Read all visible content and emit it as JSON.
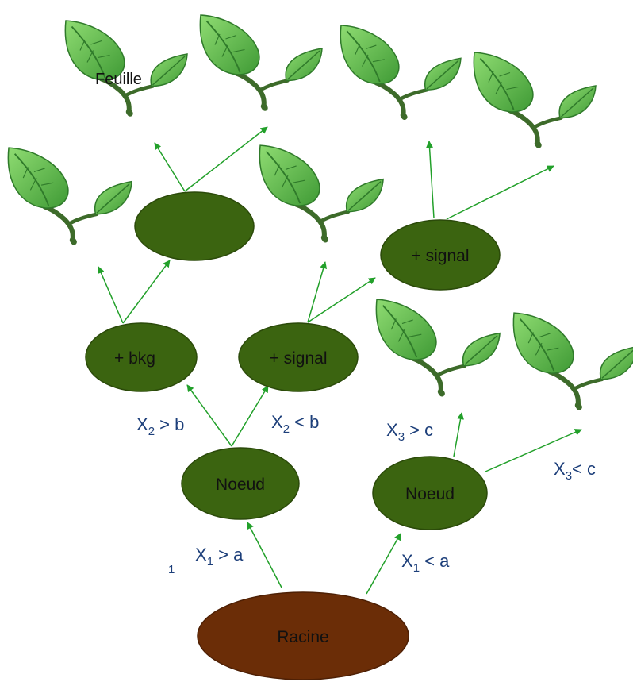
{
  "colors": {
    "node_fill": "#3b6410",
    "node_stroke": "#2b4a0a",
    "root_fill": "#6b2d07",
    "root_stroke": "#4e2005",
    "edge": "#22a02a",
    "leaf_light": "#7bcf60",
    "leaf_dark": "#3f9a35",
    "stem": "#3d6b2a",
    "condition_text": "#1d3f7a"
  },
  "icons": {
    "leaf": "leaf-sprout-icon"
  },
  "root": {
    "label": "Racine"
  },
  "nodes": {
    "left_node": {
      "label": "Noeud"
    },
    "right_node": {
      "label": "Noeud"
    },
    "bkg": {
      "label": "+ bkg"
    },
    "signal_mid": {
      "label": "+ signal"
    },
    "signal_top": {
      "label": "+ signal"
    },
    "blank": {
      "label": ""
    }
  },
  "leaf_label": "Feuille",
  "conditions": {
    "x1_gt": {
      "var": "X",
      "sub": "1",
      "rest": " > a"
    },
    "x1_lt": {
      "var": "X",
      "sub": "1",
      "rest": " < a"
    },
    "x2_gt": {
      "var": "X",
      "sub": "2",
      "rest": " > b"
    },
    "x2_lt": {
      "var": "X",
      "sub": "2",
      "rest": " < b"
    },
    "x3_gt": {
      "var": "X",
      "sub": "3",
      "rest": " > c"
    },
    "x3_lt": {
      "var": "X",
      "sub": "3",
      "rest": "< c"
    },
    "stray_mark": "1"
  }
}
